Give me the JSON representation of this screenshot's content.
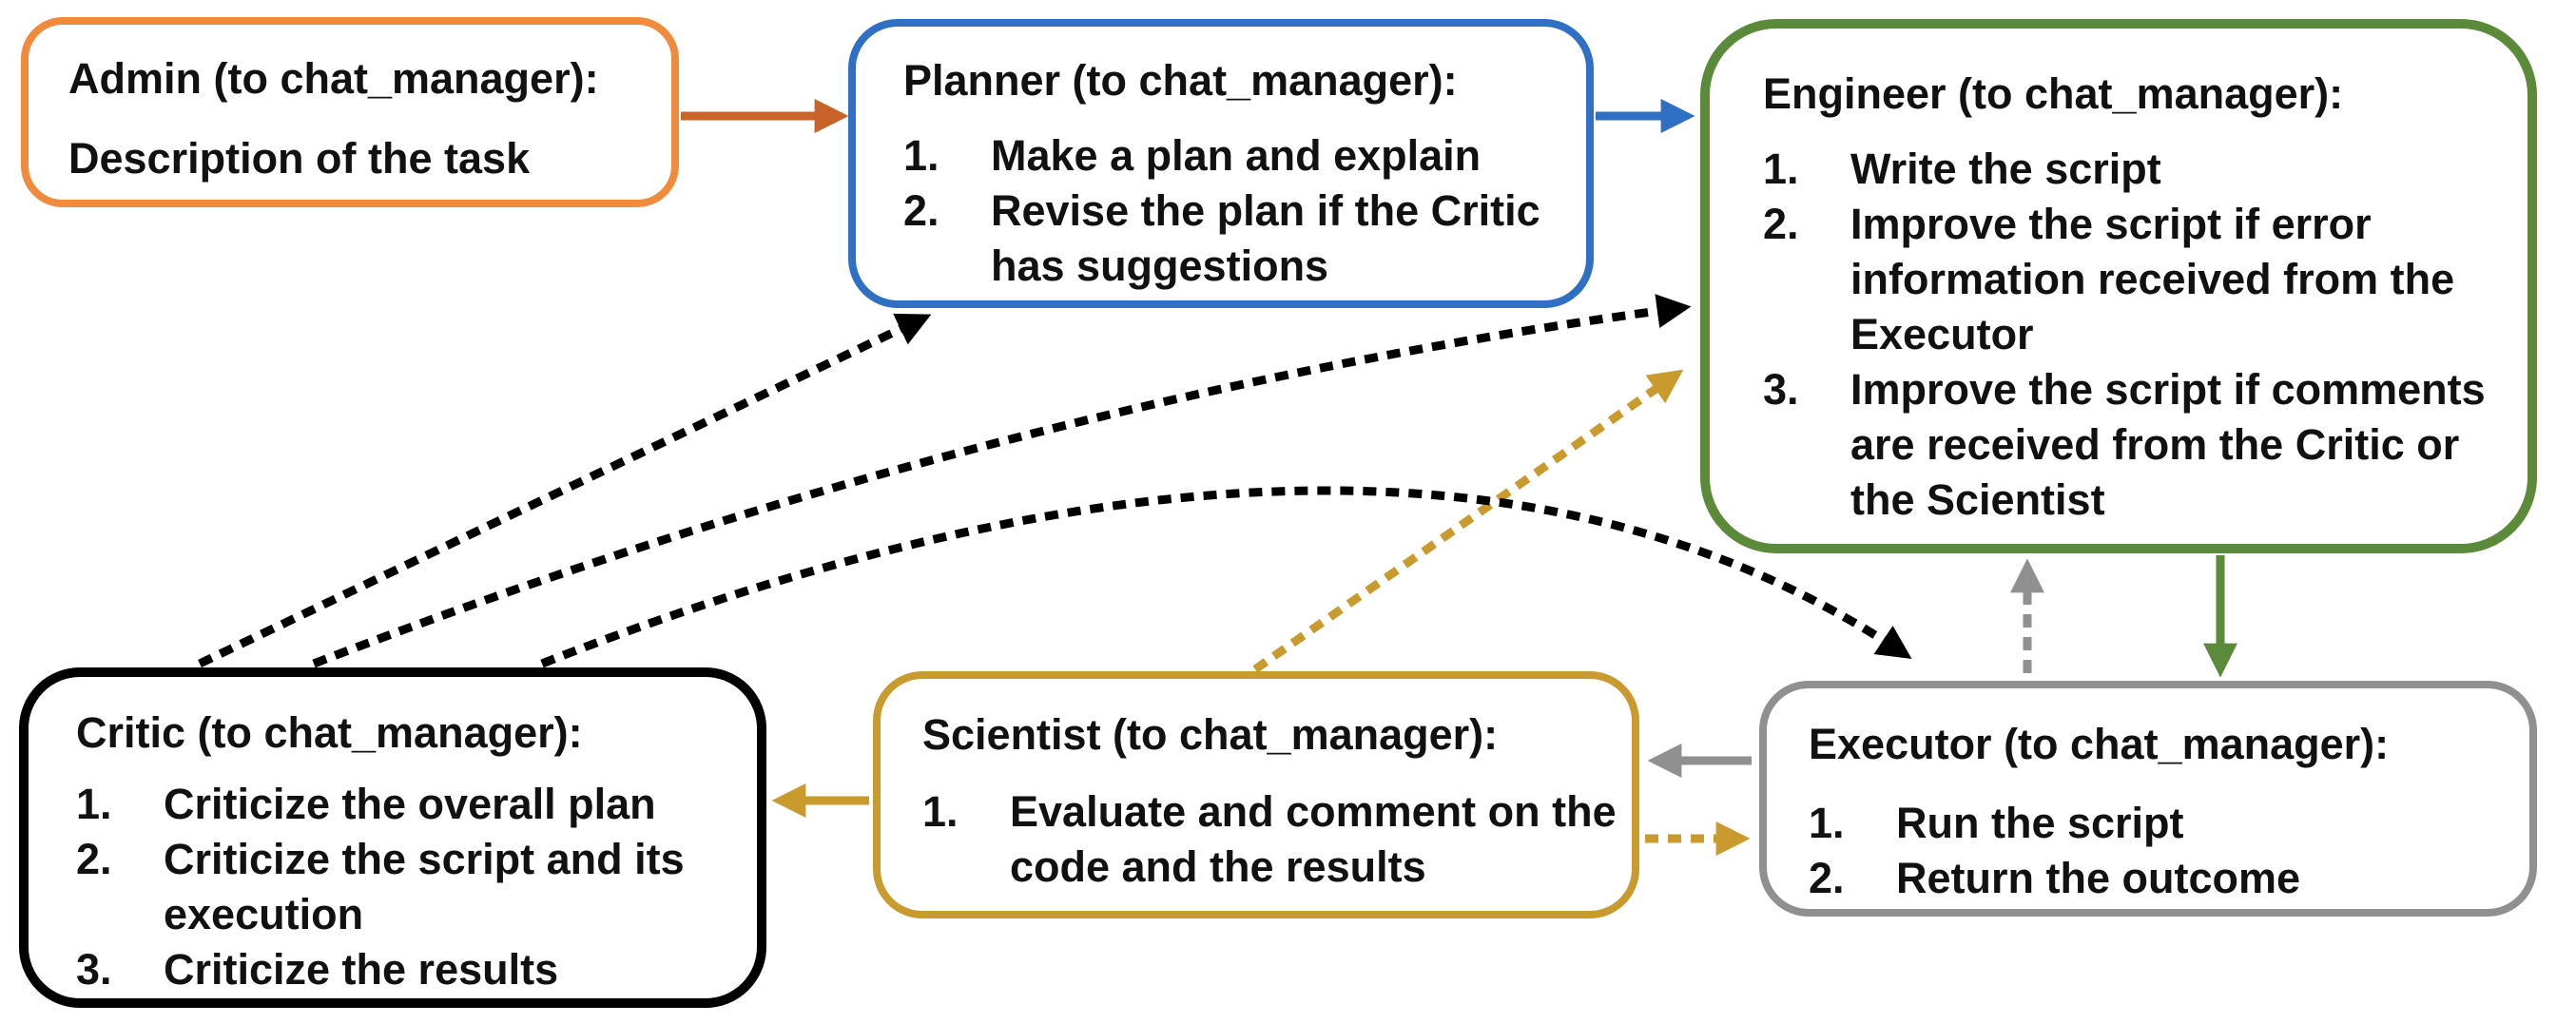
{
  "colors": {
    "admin": "#f08a3c",
    "admin_arrow": "#c8642a",
    "planner": "#2f6fc4",
    "engineer": "#5a8a3a",
    "critic": "#000000",
    "scientist": "#c99a2e",
    "executor": "#909090"
  },
  "nodes": {
    "admin": {
      "title": "Admin (to chat_manager):",
      "text": "Description of the task"
    },
    "planner": {
      "title": "Planner (to chat_manager):",
      "items": [
        {
          "num": "1.",
          "text": "Make a plan and explain"
        },
        {
          "num": "2.",
          "text": "Revise the plan if the Critic has suggestions"
        }
      ]
    },
    "engineer": {
      "title": "Engineer (to chat_manager):",
      "items": [
        {
          "num": "1.",
          "text": "Write the script"
        },
        {
          "num": "2.",
          "text": "Improve the script if error information received from the Executor"
        },
        {
          "num": "3.",
          "text": "Improve the script if comments are received from the Critic or the Scientist"
        }
      ]
    },
    "critic": {
      "title": "Critic (to chat_manager):",
      "items": [
        {
          "num": "1.",
          "text": "Criticize the overall plan"
        },
        {
          "num": "2.",
          "text": "Criticize the script and its execution"
        },
        {
          "num": "3.",
          "text": "Criticize the results"
        }
      ]
    },
    "scientist": {
      "title": "Scientist (to chat_manager):",
      "items": [
        {
          "num": "1.",
          "text": "Evaluate and comment on the code and the results"
        }
      ]
    },
    "executor": {
      "title": "Executor (to chat_manager):",
      "items": [
        {
          "num": "1.",
          "text": "Run the script"
        },
        {
          "num": "2.",
          "text": "Return the outcome"
        }
      ]
    }
  },
  "edges": [
    {
      "from": "admin",
      "to": "planner",
      "style": "solid",
      "color": "admin_arrow"
    },
    {
      "from": "planner",
      "to": "engineer",
      "style": "solid",
      "color": "planner"
    },
    {
      "from": "engineer",
      "to": "executor",
      "style": "solid",
      "color": "engineer"
    },
    {
      "from": "executor",
      "to": "engineer",
      "style": "dotted",
      "color": "executor"
    },
    {
      "from": "executor",
      "to": "scientist",
      "style": "solid",
      "color": "executor"
    },
    {
      "from": "scientist",
      "to": "executor",
      "style": "dotted",
      "color": "scientist"
    },
    {
      "from": "scientist",
      "to": "critic",
      "style": "solid",
      "color": "scientist"
    },
    {
      "from": "scientist",
      "to": "engineer",
      "style": "dotted",
      "color": "scientist"
    },
    {
      "from": "critic",
      "to": "planner",
      "style": "dotted",
      "color": "critic"
    },
    {
      "from": "critic",
      "to": "engineer",
      "style": "dotted",
      "color": "critic"
    },
    {
      "from": "critic",
      "to": "executor",
      "style": "dotted",
      "color": "critic"
    }
  ]
}
